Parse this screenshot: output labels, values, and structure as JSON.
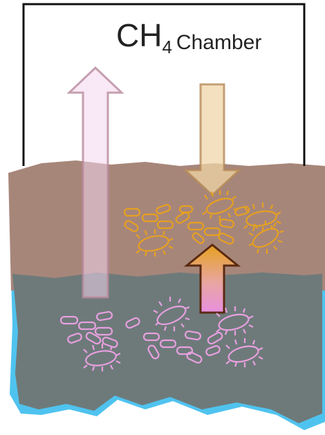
{
  "chamber": {
    "formula_main": "CH",
    "formula_sub": "4",
    "label": "Chamber"
  },
  "colors": {
    "chamber_border": "#111111",
    "soil": "#a7867a",
    "water_layer": "#6e7a7a",
    "water_edge": "#4fc3ef",
    "methanotroph": "#e6a020",
    "methanogen": "#e8a0e0",
    "emission_arrow": "#f4d6ec",
    "uptake_arrow": "#f0d6a8",
    "transport_arrow_top": "#e6a020",
    "transport_arrow_bottom": "#e890e0"
  },
  "icons": {
    "emission": "arrow-up-icon",
    "uptake": "arrow-down-icon",
    "transport": "arrow-up-gradient-icon",
    "microbe_rod": "rod-bacterium-icon",
    "microbe_cell": "ciliated-bacterium-icon"
  }
}
